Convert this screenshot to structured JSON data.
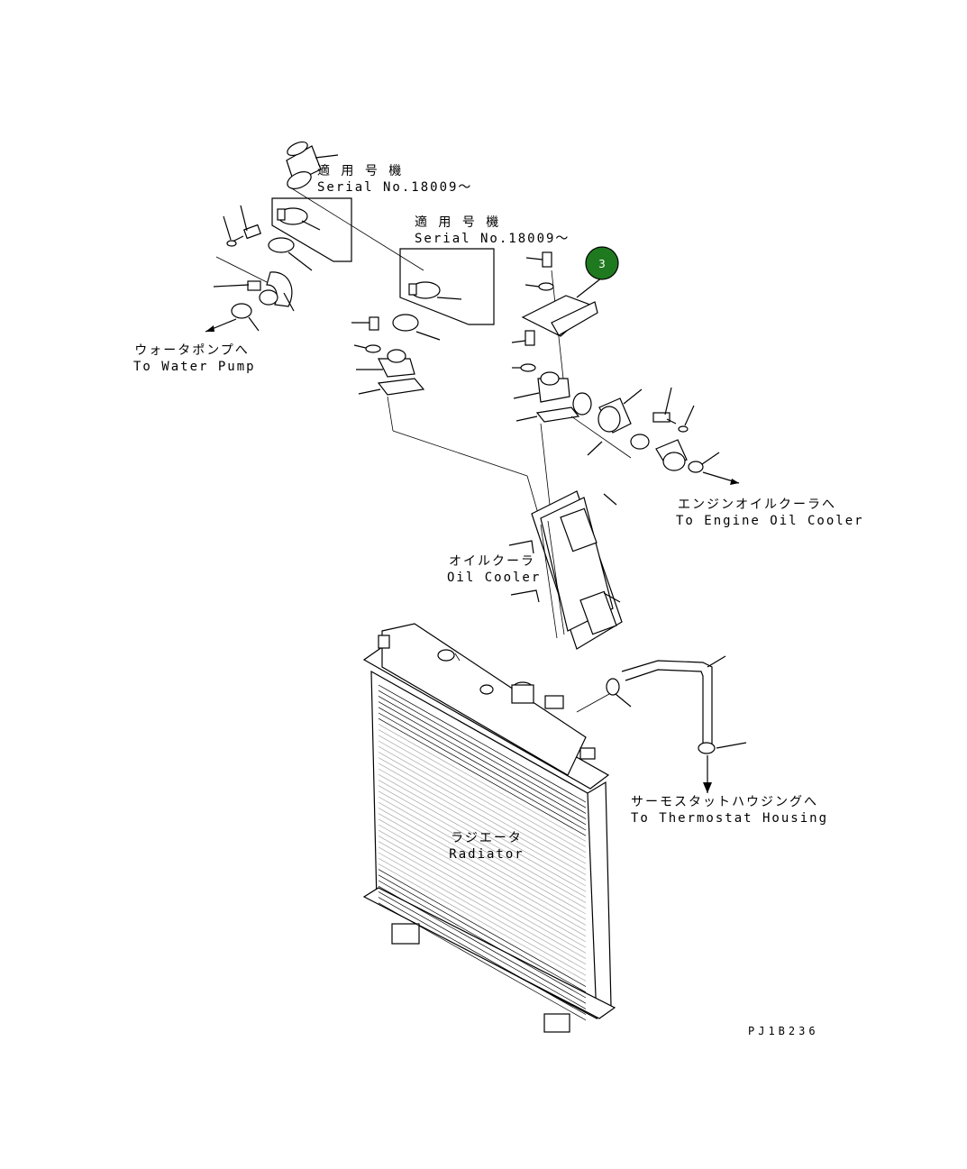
{
  "labels": {
    "serial_top": {
      "jp": "適 用 号 機",
      "en": "Serial No.18009～"
    },
    "serial_mid": {
      "jp": "適 用 号 機",
      "en": "Serial No.18009～"
    },
    "water_pump": {
      "jp": "ウォータポンプへ",
      "en": "To Water Pump"
    },
    "engine_oil_cooler": {
      "jp": "エンジンオイルクーラへ",
      "en": "To Engine Oil Cooler"
    },
    "oil_cooler": {
      "jp": "オイルクーラ",
      "en": "Oil Cooler"
    },
    "thermostat": {
      "jp": "サーモスタットハウジングへ",
      "en": "To Thermostat Housing"
    },
    "radiator": {
      "jp": "ラジエータ",
      "en": "Radiator"
    },
    "drawing_code": "PJ1B236"
  },
  "callout": {
    "number": "3",
    "color": "#1f7a1f"
  }
}
